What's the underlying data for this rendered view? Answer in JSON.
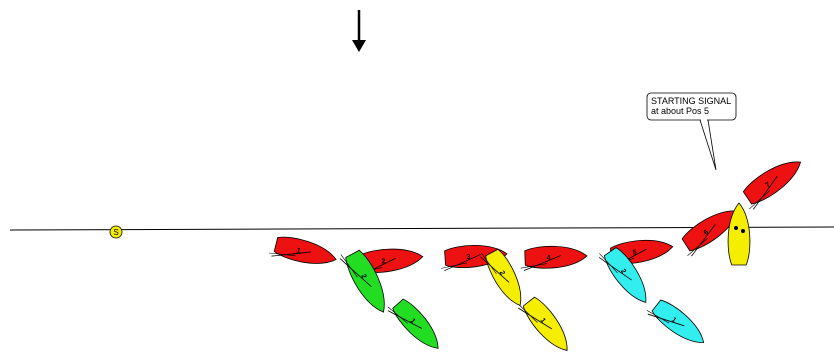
{
  "colors": {
    "red": "#ee1111",
    "yellow": "#f5ee00",
    "green": "#22dd22",
    "cyan": "#33eeee",
    "mark": "#f5ee00",
    "line": "#000000"
  },
  "wind_arrow_icon": "arrow-down-icon",
  "start_mark": {
    "label": "S"
  },
  "callout": {
    "line1": "STARTING SIGNAL",
    "line2": "at about Pos 5"
  },
  "boats": [
    {
      "id": "red-1",
      "color": "red",
      "number": "1"
    },
    {
      "id": "red-2",
      "color": "red",
      "number": "2"
    },
    {
      "id": "red-3",
      "color": "red",
      "number": "3"
    },
    {
      "id": "red-4",
      "color": "red",
      "number": "4"
    },
    {
      "id": "red-5",
      "color": "red",
      "number": "5"
    },
    {
      "id": "red-6",
      "color": "red",
      "number": "6"
    },
    {
      "id": "red-7",
      "color": "red",
      "number": "7"
    },
    {
      "id": "green-1",
      "color": "green",
      "number": "1"
    },
    {
      "id": "green-2",
      "color": "green",
      "number": "2"
    },
    {
      "id": "yellow-1",
      "color": "yellow",
      "number": "1"
    },
    {
      "id": "yellow-2",
      "color": "yellow",
      "number": "2"
    },
    {
      "id": "cyan-1",
      "color": "cyan",
      "number": "1"
    },
    {
      "id": "cyan-2",
      "color": "cyan",
      "number": "2"
    },
    {
      "id": "committee-boat",
      "color": "yellow",
      "number": ""
    }
  ]
}
